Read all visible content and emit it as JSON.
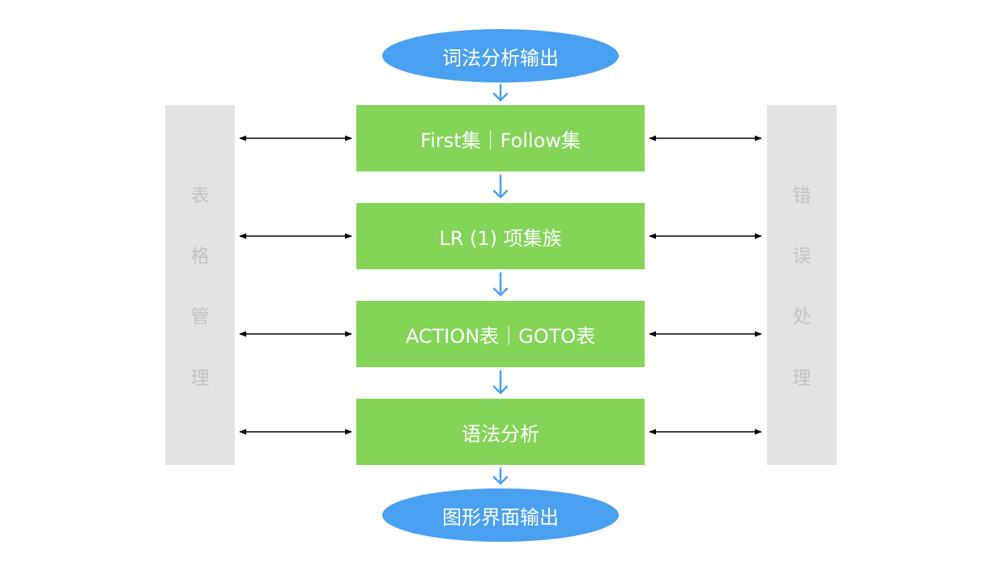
{
  "colors": {
    "ellipse_fill": "#4aa0f0",
    "box_fill": "#83d457",
    "side_fill": "#e3e3e3",
    "side_text": "#c2c2c2",
    "flow_arrow": "#4aa0f0",
    "link_arrow": "#000000"
  },
  "start_node": "词法分析输出",
  "end_node": "图形界面输出",
  "steps": [
    "First集｜Follow集",
    "LR (1) 项集族",
    "ACTION表｜GOTO表",
    "语法分析"
  ],
  "left_panel": [
    "表",
    "格",
    "管",
    "理"
  ],
  "right_panel": [
    "错",
    "误",
    "处",
    "理"
  ]
}
